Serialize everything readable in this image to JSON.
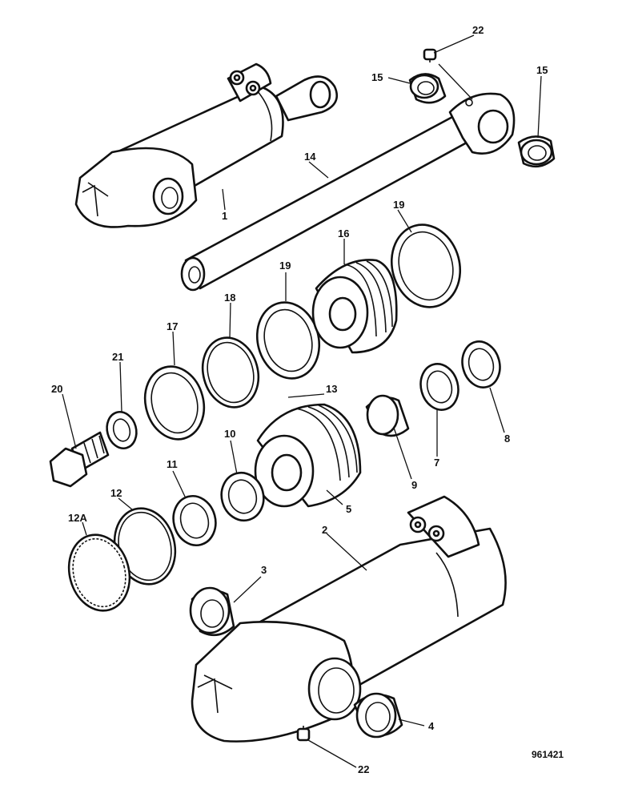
{
  "labels": {
    "l1": "1",
    "l2": "2",
    "l3": "3",
    "l4": "4",
    "l5": "5",
    "l7": "7",
    "l8": "8",
    "l9": "9",
    "l10": "10",
    "l11": "11",
    "l12": "12",
    "l12a": "12A",
    "l13": "13",
    "l14": "14",
    "l15a": "15",
    "l15b": "15",
    "l16": "16",
    "l17": "17",
    "l18": "18",
    "l19a": "19",
    "l19b": "19",
    "l20": "20",
    "l21": "21",
    "l22a": "22",
    "l22b": "22"
  },
  "drawing_number": "961421"
}
